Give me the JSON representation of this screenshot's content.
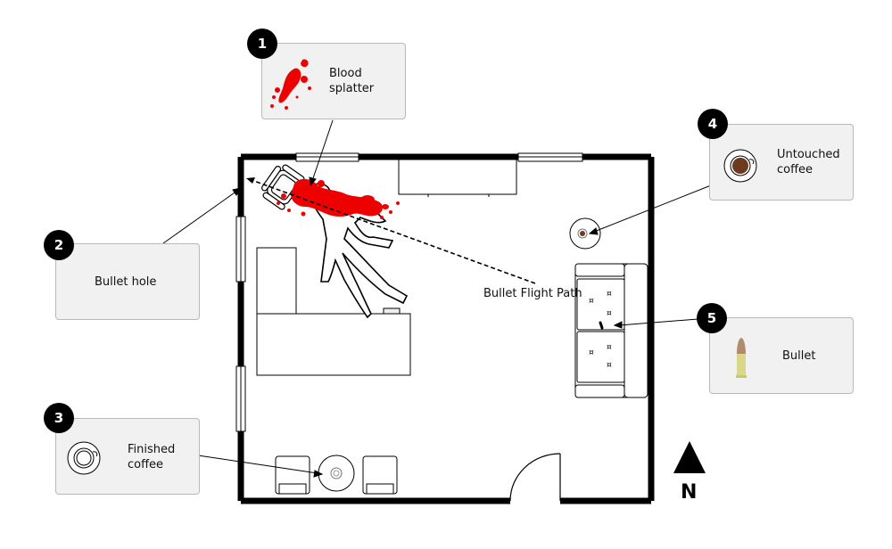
{
  "evidence": [
    {
      "number": "1",
      "label": "Blood\nsplatter",
      "icon": "blood-splatter-icon"
    },
    {
      "number": "2",
      "label": "Bullet hole",
      "icon": ""
    },
    {
      "number": "3",
      "label": "Finished\ncoffee",
      "icon": "coffee-cup-empty-icon"
    },
    {
      "number": "4",
      "label": "Untouched\ncoffee",
      "icon": "coffee-cup-full-icon"
    },
    {
      "number": "5",
      "label": "Bullet",
      "icon": "bullet-icon"
    }
  ],
  "room": {
    "bullet_path_label": "Bullet Flight Path",
    "north_label": "N"
  },
  "colors": {
    "wall": "#000000",
    "blood": "#ee0000",
    "callout_bg": "#f1f1f1",
    "callout_border": "#b9b9b9",
    "coffee": "#6b3a1f",
    "bullet_casing": "#d8d88a",
    "bullet_tip": "#b08c6e"
  }
}
